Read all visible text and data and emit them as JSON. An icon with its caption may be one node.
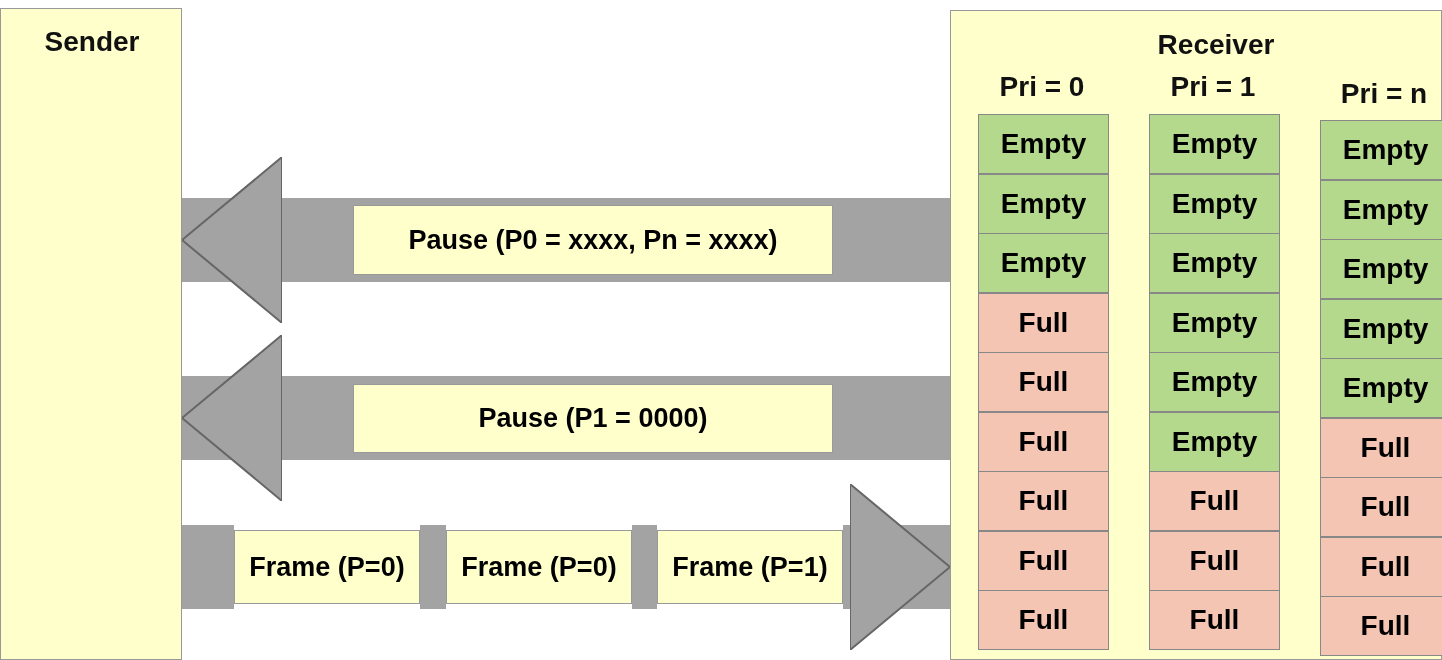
{
  "diagram": {
    "nodes": [
      {
        "text": [
          "Sender"
        ]
      },
      {
        "text": [
          "Receiver"
        ]
      },
      {
        "text": [
          "Empty"
        ],
        "in": 1
      },
      {
        "text": [
          "Empty"
        ],
        "in": 1
      },
      {
        "text": [
          "Empty"
        ],
        "in": 1
      },
      {
        "text": [
          "Full"
        ],
        "in": 1
      },
      {
        "text": [
          "Full"
        ],
        "in": 1
      },
      {
        "text": [
          "Full"
        ],
        "in": 1
      },
      {
        "text": [
          "Full"
        ],
        "in": 1
      },
      {
        "text": [
          "Full"
        ],
        "in": 1
      },
      {
        "text": [
          "Full"
        ],
        "in": 1
      },
      {
        "text": [
          "Empty"
        ],
        "in": 1
      },
      {
        "text": [
          "Empty"
        ],
        "in": 1
      },
      {
        "text": [
          "Empty"
        ],
        "in": 1
      },
      {
        "text": [
          "Empty"
        ],
        "in": 1
      },
      {
        "text": [
          "Empty"
        ],
        "in": 1
      },
      {
        "text": [
          "Empty"
        ],
        "in": 1
      },
      {
        "text": [
          "Full"
        ],
        "in": 1
      },
      {
        "text": [
          "Full"
        ],
        "in": 1
      },
      {
        "text": [
          "Full"
        ],
        "in": 1
      },
      {
        "text": [
          "Empty"
        ],
        "in": 1
      },
      {
        "text": [
          "Empty"
        ],
        "in": 1
      },
      {
        "text": [
          "Empty"
        ],
        "in": 1
      },
      {
        "text": [
          "Empty"
        ],
        "in": 1
      },
      {
        "text": [
          "Empty"
        ],
        "in": 1
      },
      {
        "text": [
          "Full"
        ],
        "in": 1
      },
      {
        "text": [
          "Full"
        ],
        "in": 1
      },
      {
        "text": [
          "Full"
        ],
        "in": 1
      },
      {
        "text": [
          "Full"
        ],
        "in": 1
      },
      {
        "text": [
          "Frame (P=0)"
        ]
      },
      {
        "text": [
          "Frame (P=0)"
        ]
      },
      {
        "text": [
          "Frame (P=1)"
        ]
      }
    ],
    "edges": [
      {
        "from": 1,
        "to": 0,
        "arrow": "to",
        "label": "Pause (P0 = xxxx, Pn = xxxx)"
      },
      {
        "from": 1,
        "to": 0,
        "arrow": "to",
        "label": "Pause (P1 = 0000)"
      },
      {
        "from": 0,
        "to": 29,
        "arrow": "none"
      },
      {
        "from": 29,
        "to": 30,
        "arrow": "none"
      },
      {
        "from": 30,
        "to": 31,
        "arrow": "none"
      },
      {
        "from": 31,
        "to": 1,
        "arrow": "to"
      }
    ],
    "labels": [
      "Pri = 0",
      "Pri = 1",
      "Pri = n"
    ]
  }
}
